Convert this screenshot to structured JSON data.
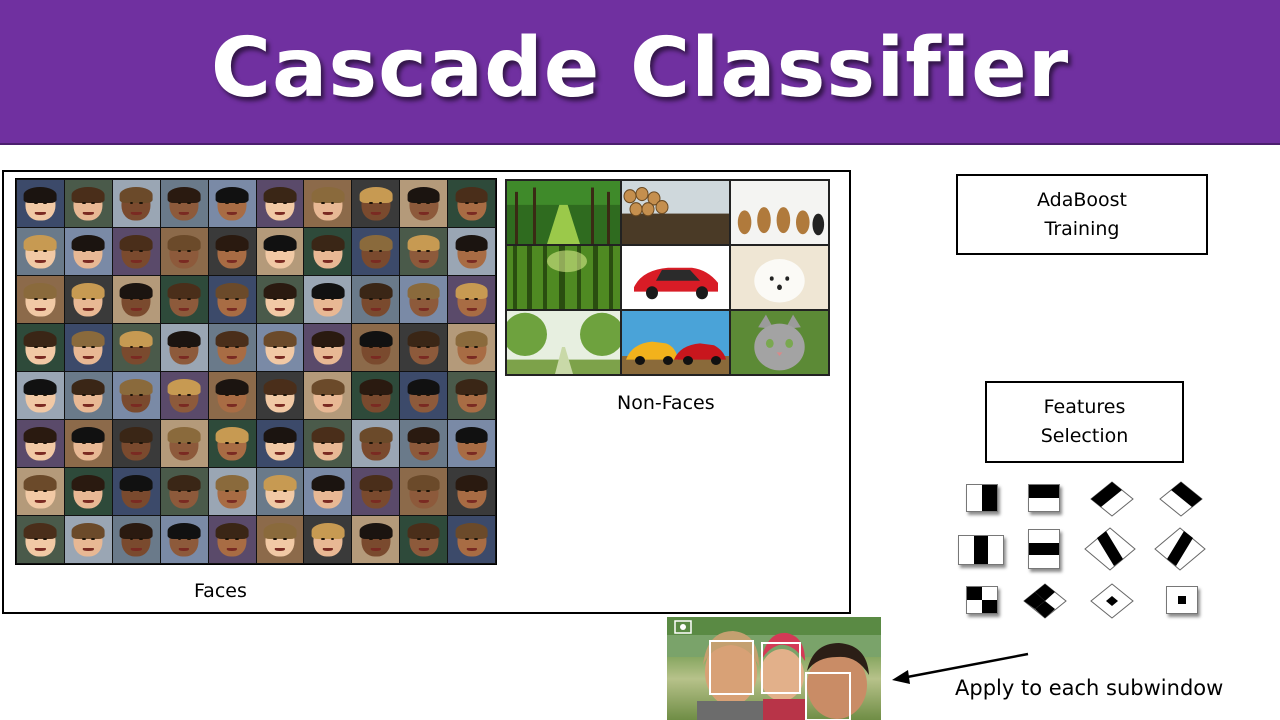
{
  "slide": {
    "title": "Cascade Classifier",
    "faces_label": "Faces",
    "non_faces_label": "Non-Faces",
    "adaboost_box": {
      "line1": "AdaBoost",
      "line2": "Training"
    },
    "features_box": {
      "line1": "Features",
      "line2": "Selection"
    },
    "apply_caption": "Apply to each subwindow"
  },
  "colors": {
    "banner": "#7030a0",
    "title_text": "#ffffff",
    "detection_box": "#ffffff"
  },
  "faces_grid": {
    "rows": 8,
    "columns": 10
  },
  "non_faces_images": [
    "forest-path",
    "logs-pile",
    "puppies",
    "bamboo-forest",
    "red-car",
    "white-puppy",
    "tree-avenue",
    "cartoon-cars",
    "gray-cat"
  ],
  "haar_features": [
    "edge-vertical",
    "edge-horizontal",
    "diagonal-edge",
    "diagonal-edge-flipped",
    "line-vertical",
    "line-horizontal",
    "diagonal-line",
    "diagonal-line-flipped",
    "four-rectangle",
    "diagonal-checker",
    "center-diamond",
    "center-surround"
  ]
}
